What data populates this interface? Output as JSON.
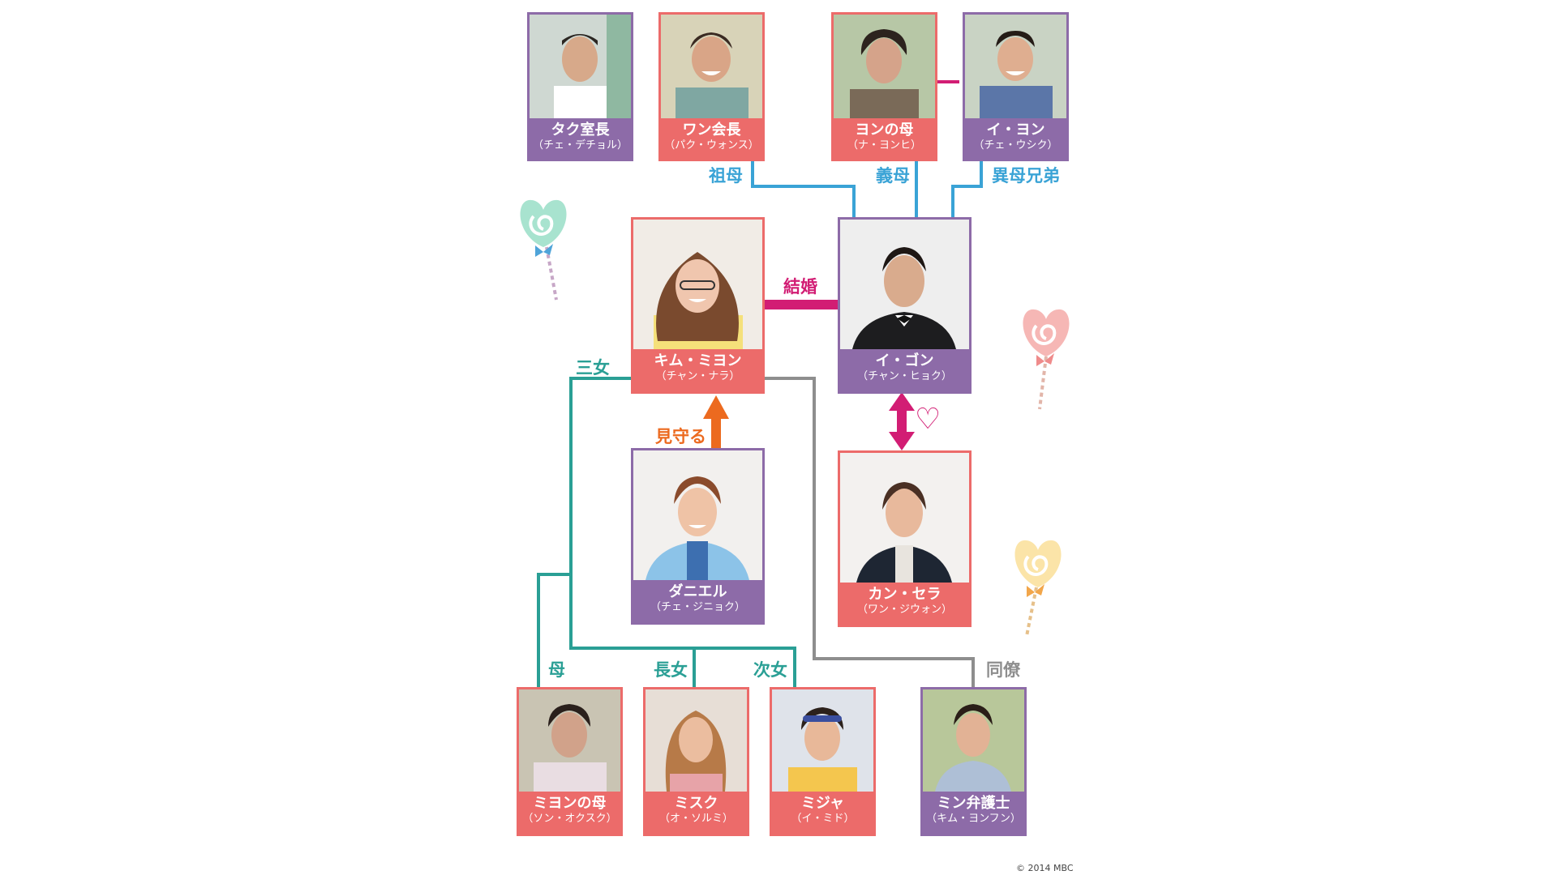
{
  "characters": {
    "taku": {
      "name": "タク室長",
      "actor": "（チェ・デチョル）"
    },
    "wan": {
      "name": "ワン会長",
      "actor": "（パク・ウォンス）"
    },
    "yon_mother": {
      "name": "ヨンの母",
      "actor": "（ナ・ヨンヒ）"
    },
    "iyon": {
      "name": "イ・ヨン",
      "actor": "（チェ・ウシク）"
    },
    "kim": {
      "name": "キム・ミヨン",
      "actor": "（チャン・ナラ）"
    },
    "igon": {
      "name": "イ・ゴン",
      "actor": "（チャン・ヒョク）"
    },
    "daniel": {
      "name": "ダニエル",
      "actor": "（チェ・ジニョク）"
    },
    "kang": {
      "name": "カン・セラ",
      "actor": "（ワン・ジウォン）"
    },
    "miyon_mother": {
      "name": "ミヨンの母",
      "actor": "（ソン・オクスク）"
    },
    "misuku": {
      "name": "ミスク",
      "actor": "（オ・ソルミ）"
    },
    "mija": {
      "name": "ミジャ",
      "actor": "（イ・ミド）"
    },
    "min": {
      "name": "ミン弁護士",
      "actor": "（キム・ヨンフン）"
    }
  },
  "relations": {
    "grandmother": "祖母",
    "stepmother": "義母",
    "half_brother": "異母兄弟",
    "marriage": "結婚",
    "third_daughter": "三女",
    "watch_over": "見守る",
    "mother": "母",
    "eldest_daughter": "長女",
    "second_daughter": "次女",
    "colleague": "同僚",
    "heart": "♡"
  },
  "copyright": "© 2014 MBC",
  "colors": {
    "pink_card": "#ec6b6a",
    "purple_card": "#8d6ba8",
    "family_blue": "#3aa3d6",
    "family_teal": "#2a9f95",
    "marriage_magenta": "#d21d74",
    "watch_orange": "#ec6a1f",
    "colleague_gray": "#8e8e8e"
  }
}
